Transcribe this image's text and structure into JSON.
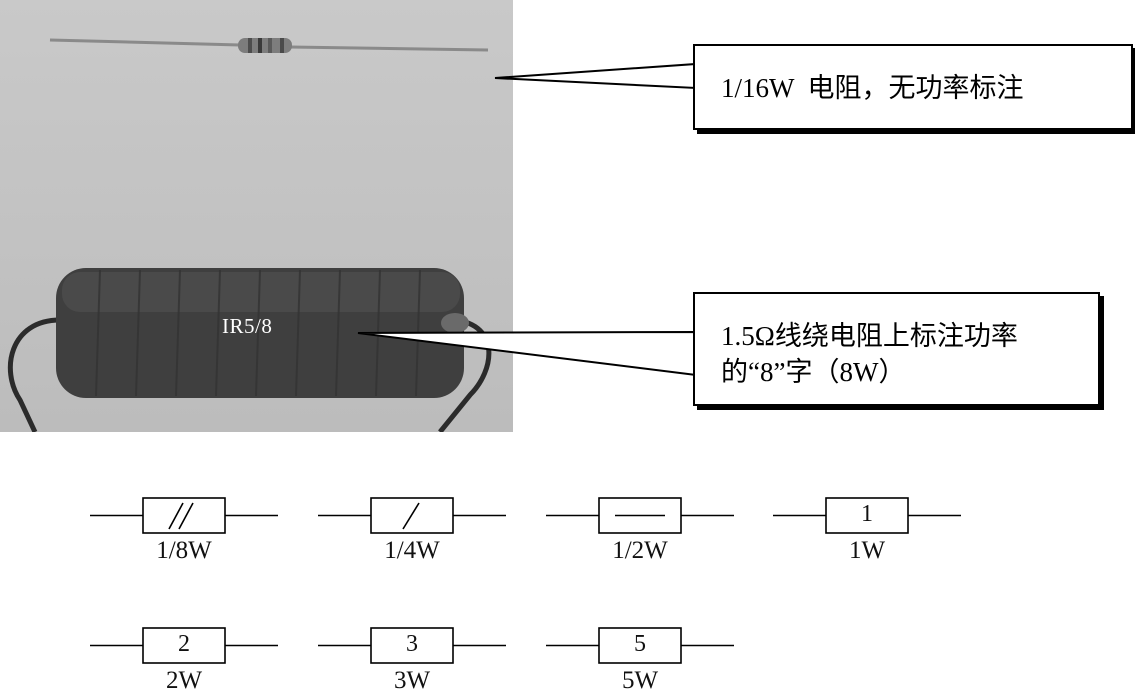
{
  "photo": {
    "resistor_marking": "IR5/8"
  },
  "callouts": {
    "small_resistor": "1/16W  电阻，无功率标注",
    "wirewound_line1": "1.5Ω线绕电阻上标注功率",
    "wirewound_line2": "的“8”字（8W）"
  },
  "symbols": [
    {
      "caption": "1/8W",
      "mark": "slash-double"
    },
    {
      "caption": "1/4W",
      "mark": "slash-single"
    },
    {
      "caption": "1/2W",
      "mark": "horizontal-bar"
    },
    {
      "caption": "1W",
      "mark": "number",
      "number": "1"
    },
    {
      "caption": "2W",
      "mark": "number",
      "number": "2"
    },
    {
      "caption": "3W",
      "mark": "number",
      "number": "3"
    },
    {
      "caption": "5W",
      "mark": "number",
      "number": "5"
    }
  ]
}
